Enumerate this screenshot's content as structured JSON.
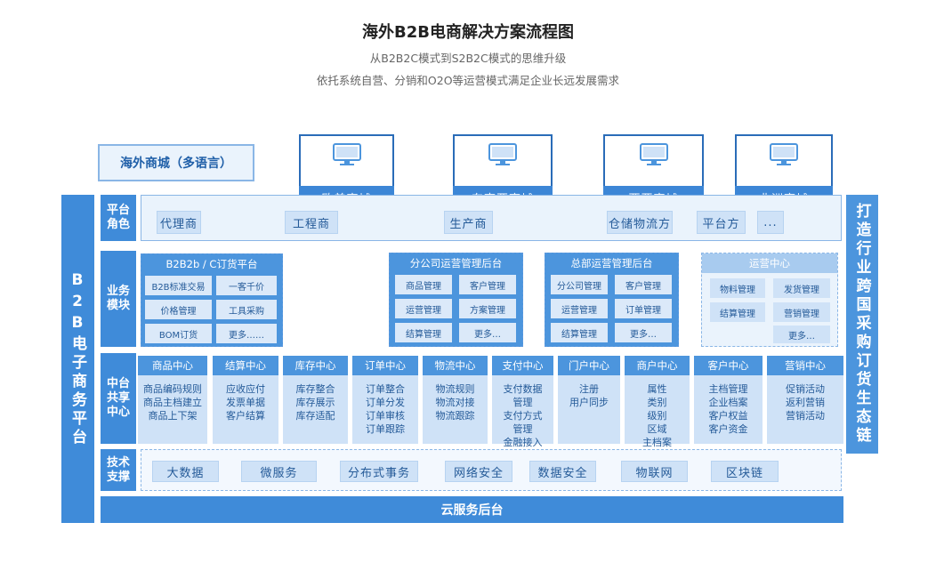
{
  "header": {
    "title": "海外B2B电商解决方案流程图",
    "subtitle1": "从B2B2C模式到S2B2C模式的思维升级",
    "subtitle2": "依托系统自营、分销和O2O等运营模式满足企业长远发展需求"
  },
  "stores": {
    "label": "海外商城（多语言）",
    "items": [
      "欧美商城",
      "东南亚商城",
      "西亚商城",
      "非洲商城"
    ]
  },
  "left_bar": "B2B电子商务平台",
  "right_bar": "打造行业跨国采购订货生态链",
  "roles": {
    "label": "平台角色",
    "items": [
      "代理商",
      "工程商",
      "生产商",
      "仓储物流方",
      "平台方",
      "..."
    ]
  },
  "business": {
    "label": "业务模块",
    "panels": [
      {
        "title": "B2B2b / C订货平台",
        "cells": [
          "B2B标准交易",
          "一客千价",
          "价格管理",
          "工具采购",
          "BOM订货",
          "更多……"
        ]
      },
      {
        "title": "分公司运营管理后台",
        "cells": [
          "商品管理",
          "客户管理",
          "运营管理",
          "方案管理",
          "结算管理",
          "更多…"
        ]
      },
      {
        "title": "总部运营管理后台",
        "cells": [
          "分公司管理",
          "客户管理",
          "运营管理",
          "订单管理",
          "结算管理",
          "更多…"
        ]
      },
      {
        "title": "运营中心",
        "cells": [
          "物料管理",
          "发货管理",
          "结算管理",
          "营销管理",
          "更多…"
        ]
      }
    ]
  },
  "middle": {
    "label": "中台共享中心",
    "columns": [
      {
        "title": "商品中心",
        "lines": [
          "商品编码规则",
          "商品主档建立",
          "商品上下架"
        ]
      },
      {
        "title": "结算中心",
        "lines": [
          "应收应付",
          "发票单据",
          "客户结算"
        ]
      },
      {
        "title": "库存中心",
        "lines": [
          "库存整合",
          "库存展示",
          "库存适配"
        ]
      },
      {
        "title": "订单中心",
        "lines": [
          "订单整合",
          "订单分发",
          "订单审核",
          "订单跟踪"
        ]
      },
      {
        "title": "物流中心",
        "lines": [
          "物流规则",
          "物流对接",
          "物流跟踪"
        ]
      },
      {
        "title": "支付中心",
        "lines": [
          "支付数据",
          "管理",
          "支付方式",
          "管理",
          "金融接入"
        ]
      },
      {
        "title": "门户中心",
        "lines": [
          "注册",
          "用户同步"
        ]
      },
      {
        "title": "商户中心",
        "lines": [
          "属性",
          "类别",
          "级别",
          "区域",
          "主档案"
        ]
      },
      {
        "title": "客户中心",
        "lines": [
          "主档管理",
          "企业档案",
          "客户权益",
          "客户资金"
        ]
      },
      {
        "title": "营销中心",
        "lines": [
          "促销活动",
          "返利营销",
          "营销活动"
        ]
      }
    ]
  },
  "tech": {
    "label": "技术支撑",
    "items": [
      "大数据",
      "微服务",
      "分布式事务",
      "网络安全",
      "数据安全",
      "物联网",
      "区块链"
    ]
  },
  "cloud": "云服务后台"
}
